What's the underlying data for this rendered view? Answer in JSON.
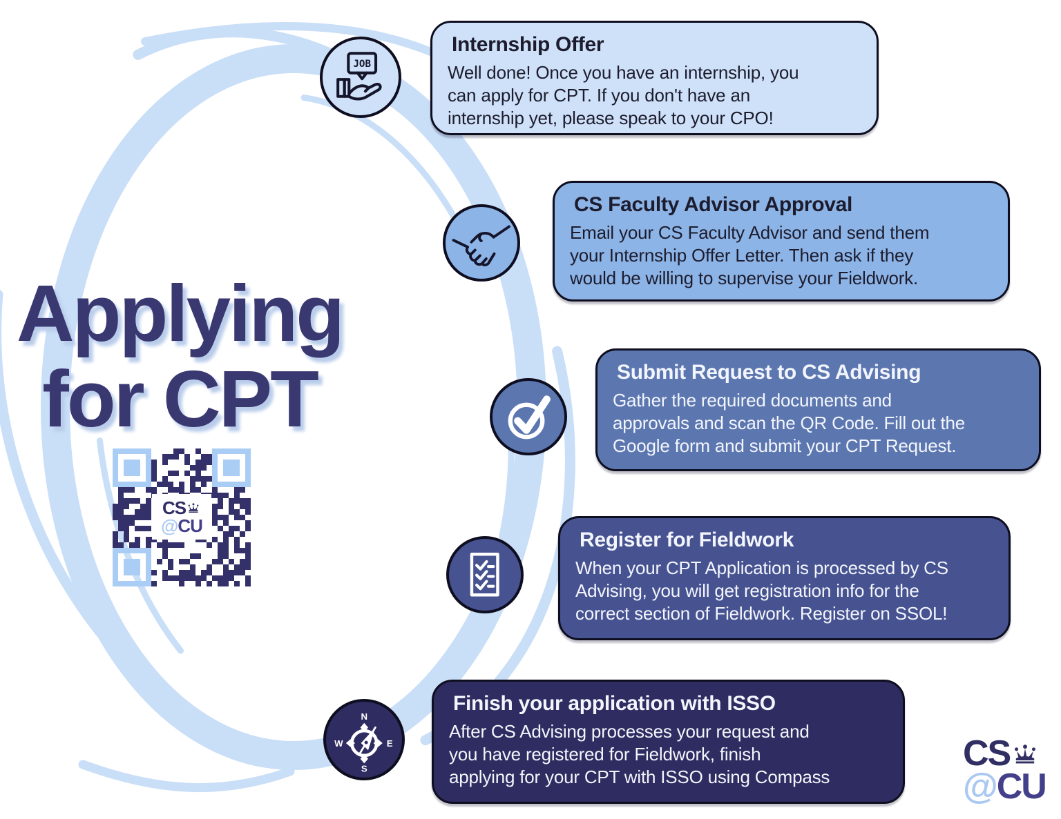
{
  "infographic": {
    "title": {
      "line1": "Applying",
      "line2": "for CPT"
    },
    "steps": [
      {
        "icon": "job-offer-icon",
        "title": "Internship Offer",
        "body": "Well done! Once you have an internship, you\ncan apply for CPT. If you don't have an\ninternship yet, please speak to your CPO!",
        "card_color": "#cfe1f8",
        "icon_color": "#cfe1f8",
        "text_color": "#1c1c2e"
      },
      {
        "icon": "handshake-icon",
        "title": "CS Faculty Advisor Approval",
        "body": "Email your CS Faculty Advisor and send them\nyour Internship Offer Letter. Then ask if they\nwould be willing to supervise your Fieldwork.",
        "card_color": "#8db4e6",
        "icon_color": "#8db4e6",
        "text_color": "#1c1c2e"
      },
      {
        "icon": "checkmark-icon",
        "title": "Submit Request to CS Advising",
        "body": "Gather the required documents and\napprovals and scan the QR Code. Fill out the\nGoogle form and submit your CPT Request.",
        "card_color": "#5c77b0",
        "icon_color": "#5c77b0",
        "text_color": "#f3f5fc"
      },
      {
        "icon": "checklist-icon",
        "title": "Register for Fieldwork",
        "body": "When your CPT Application is processed by CS\nAdvising, you will get registration info for the\ncorrect section of Fieldwork. Register on SSOL!",
        "card_color": "#475391",
        "icon_color": "#475391",
        "text_color": "#f3f5fc"
      },
      {
        "icon": "compass-icon",
        "title": "Finish your application with ISSO",
        "body": "After CS Advising processes your request and\nyou have registered for Fieldwork, finish\napplying for your CPT with ISSO using Compass",
        "card_color": "#2e2c60",
        "icon_color": "#2e2c60",
        "text_color": "#f3f5fc"
      }
    ],
    "job_icon_label": "JOB",
    "compass": {
      "n": "N",
      "e": "E",
      "s": "S",
      "w": "W"
    },
    "qr_code": {
      "center_logo_top": "CS",
      "center_logo_at": "@",
      "center_logo_bottom": "CU"
    },
    "footer_logo": {
      "top": "CS",
      "at": "@",
      "bottom": "CU"
    },
    "colors": {
      "ring": "#c9def7",
      "title_navy": "#3a3870",
      "title_shadow": "#b9cdeb",
      "card_border": "#0e0e20",
      "qr_module": "#34316a",
      "qr_finder": "#a9cdf4",
      "logo_navy": "#312e63",
      "logo_at_blue": "#a9c9f2",
      "logo_cu_purple": "#433f8a"
    }
  }
}
